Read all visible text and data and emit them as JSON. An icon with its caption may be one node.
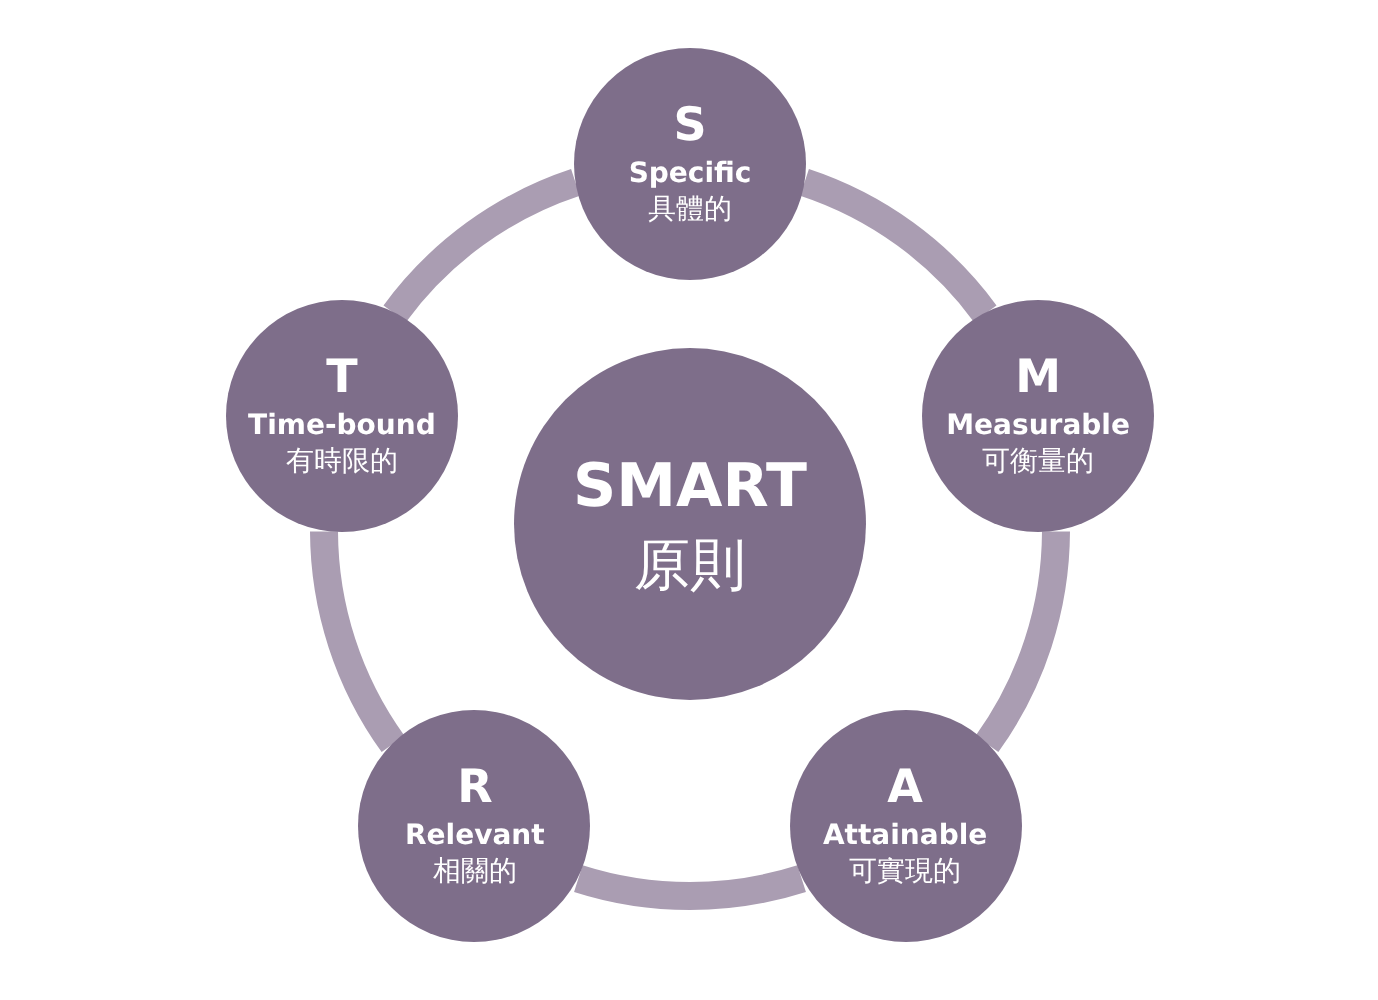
{
  "diagram": {
    "nodes": [
      {
        "text": [
          "SMART",
          "原則"
        ]
      },
      {
        "text": [
          "S",
          "Specific",
          "具體的"
        ]
      },
      {
        "text": [
          "M",
          "Measurable",
          "可衡量的"
        ]
      },
      {
        "text": [
          "A",
          "Attainable",
          "可實現的"
        ]
      },
      {
        "text": [
          "R",
          "Relevant",
          "相關的"
        ]
      },
      {
        "text": [
          "T",
          "Time-bound",
          "有時限的"
        ]
      }
    ],
    "edges": [
      {
        "from": 1,
        "to": 2,
        "arrow": "none"
      },
      {
        "from": 2,
        "to": 3,
        "arrow": "none"
      },
      {
        "from": 3,
        "to": 4,
        "arrow": "none"
      },
      {
        "from": 4,
        "to": 5,
        "arrow": "none"
      },
      {
        "from": 5,
        "to": 1,
        "arrow": "none"
      }
    ]
  }
}
